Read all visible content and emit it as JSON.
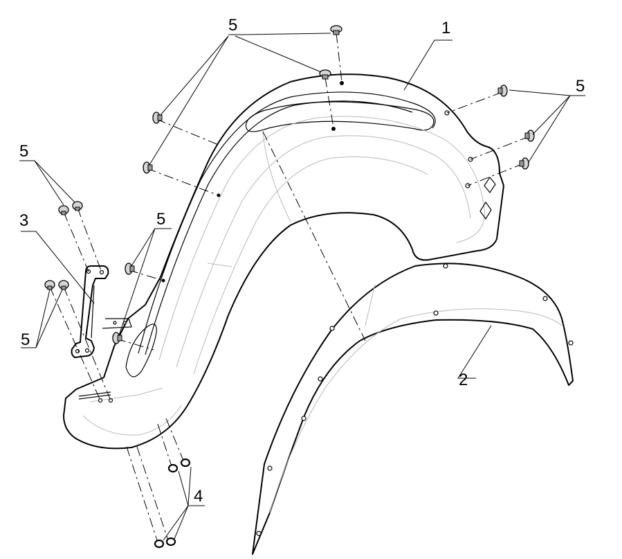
{
  "callouts": {
    "c1": "1",
    "c2": "2",
    "c3": "3",
    "c4": "4",
    "c5_top": "5",
    "c5_right": "5",
    "c5_left_upper": "5",
    "c5_mid": "5",
    "c5_left_lower": "5"
  },
  "colors": {
    "line": "#000000",
    "contour": "#b8b8b8",
    "fastener": "#d6d6d6"
  }
}
